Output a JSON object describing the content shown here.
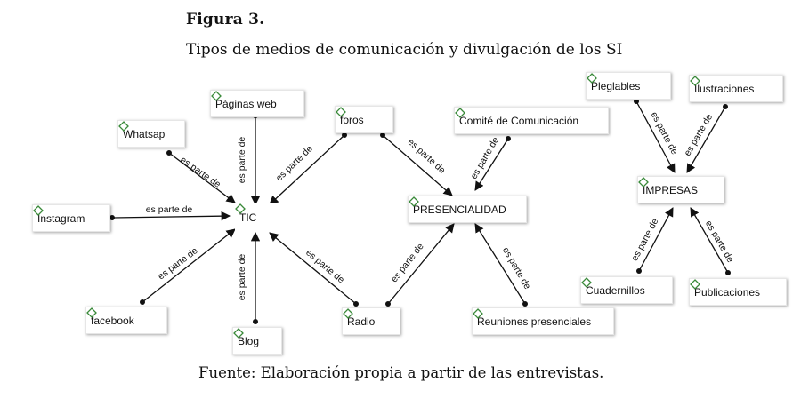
{
  "figure": {
    "title": "Figura 3.",
    "subtitle": "Tipos de medios de comunicación y divulgación de los SI",
    "source": "Fuente: Elaboración propia a partir de las entrevistas."
  },
  "diagram": {
    "icon": "diamond-icon",
    "accent_color": "#3a8a3a",
    "edge_label": "es parte de",
    "nodes": {
      "paginas_web": "Páginas web",
      "whatsap": "Whatsap",
      "instagram": "Instagram",
      "facebook": "facebook",
      "blog": "Blog",
      "tic": "TIC",
      "foros": "foros",
      "radio": "Radio",
      "comite": "Comité de Comunicación",
      "presencialidad": "PRESENCIALIDAD",
      "reuniones": "Reuniones presenciales",
      "pleglables": "Pleglables",
      "ilustraciones": "Ilustraciones",
      "impresas": "IMPRESAS",
      "cuadernillos": "Cuadernillos",
      "publicaciones": "Publicaciones"
    }
  }
}
